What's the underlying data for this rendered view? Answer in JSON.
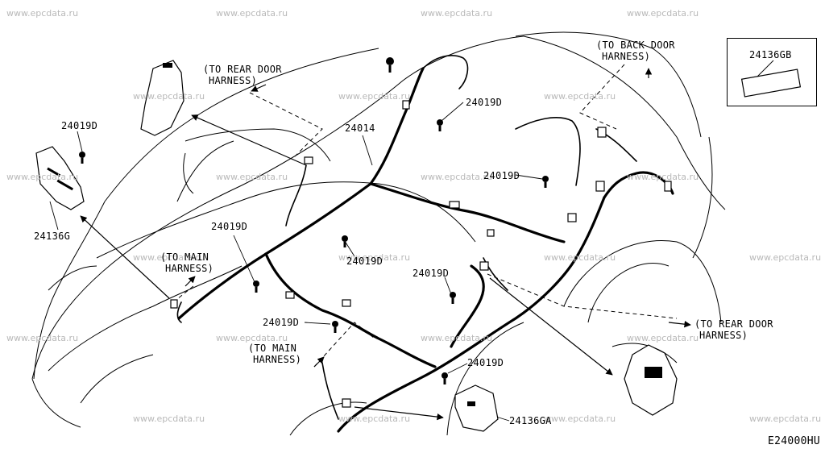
{
  "watermark": "www.epcdata.ru",
  "diagram_code": "E24000HU",
  "labels": {
    "harness_main": "24014",
    "inset_part": "24136GB",
    "bracket_left": "24136G",
    "bracket_front": "24136GA",
    "bolt": "24019D",
    "to_rear_door": "(TO REAR DOOR",
    "to_back_door": "(TO BACK DOOR",
    "harness": "HARNESS)",
    "to_main": "(TO MAIN"
  }
}
